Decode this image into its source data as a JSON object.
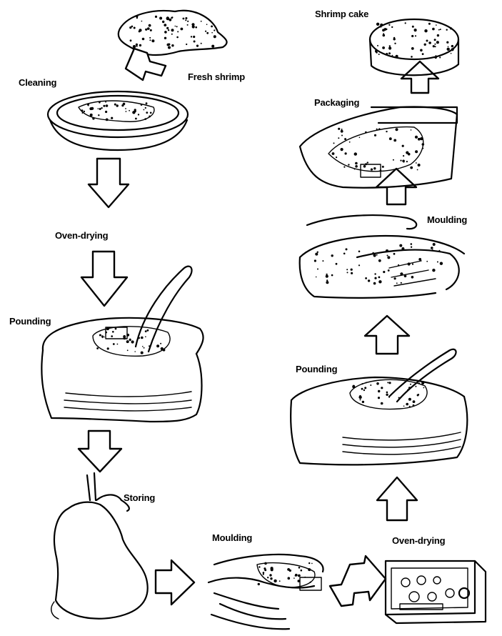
{
  "labels": {
    "fresh_shrimp": "Fresh shrimp",
    "cleaning": "Cleaning",
    "oven_drying_1": "Oven-drying",
    "pounding_1": "Pounding",
    "storing": "Storing",
    "moulding_1": "Moulding",
    "oven_drying_2": "Oven-drying",
    "pounding_2": "Pounding",
    "moulding_2": "Moulding",
    "packaging": "Packaging",
    "shrimp_cake": "Shrimp cake"
  },
  "colors": {
    "ink": "#000000",
    "paper": "#ffffff"
  }
}
